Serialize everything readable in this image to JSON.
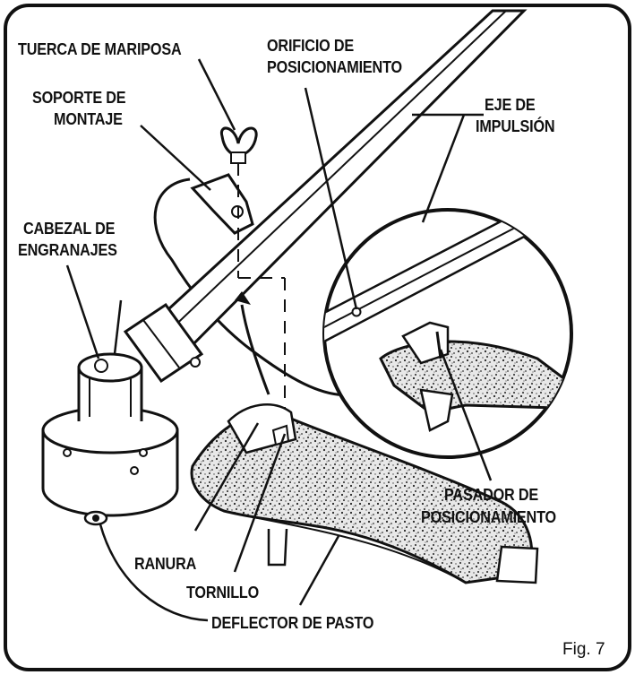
{
  "labels": {
    "tuerca_de_mariposa": "TUERCA DE MARIPOSA",
    "orificio_line1": "ORIFICIO DE",
    "orificio_line2": "POSICIONAMIENTO",
    "soporte_line1": "SOPORTE DE",
    "soporte_line2": "MONTAJE",
    "eje_line1": "EJE DE",
    "eje_line2": "IMPULSIÓN",
    "cabezal_line1": "CABEZAL DE",
    "cabezal_line2": "ENGRANAJES",
    "pasador_line1": "PASADOR DE",
    "pasador_line2": "POSICIONAMIENTO",
    "ranura": "RANURA",
    "tornillo": "TORNILLO",
    "deflector": "DEFLECTOR DE PASTO"
  },
  "figure_caption": "Fig. 7"
}
